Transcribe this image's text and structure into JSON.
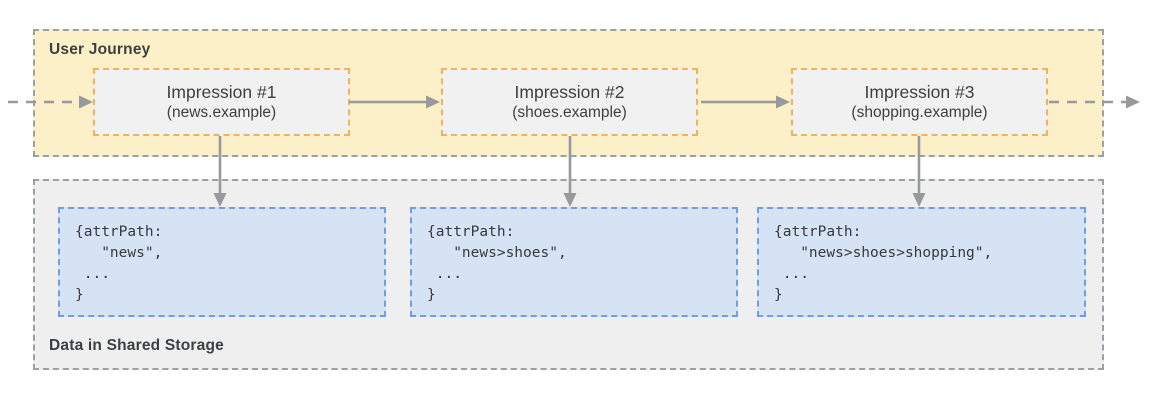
{
  "journey": {
    "label": "User Journey",
    "impressions": [
      {
        "title": "Impression #1",
        "subtitle": "(news.example)"
      },
      {
        "title": "Impression #2",
        "subtitle": "(shoes.example)"
      },
      {
        "title": "Impression #3",
        "subtitle": "(shopping.example)"
      }
    ]
  },
  "storage": {
    "label": "Data in Shared Storage",
    "entries": [
      {
        "code": "{attrPath:\n   \"news\",\n ...\n}"
      },
      {
        "code": "{attrPath:\n   \"news>shoes\",\n ...\n}"
      },
      {
        "code": "{attrPath:\n   \"news>shoes>shopping\",\n ...\n}"
      }
    ]
  },
  "colors": {
    "journey_background": "#fcf0c8",
    "storage_background": "#efefef",
    "band_border": "#9aa0a6",
    "impression_background": "#f1f1f1",
    "impression_border": "#f4b05a",
    "code_background": "#d5e3f5",
    "code_border": "#6d9eeb",
    "arrow": "#97999c",
    "text": "#3c4043"
  }
}
